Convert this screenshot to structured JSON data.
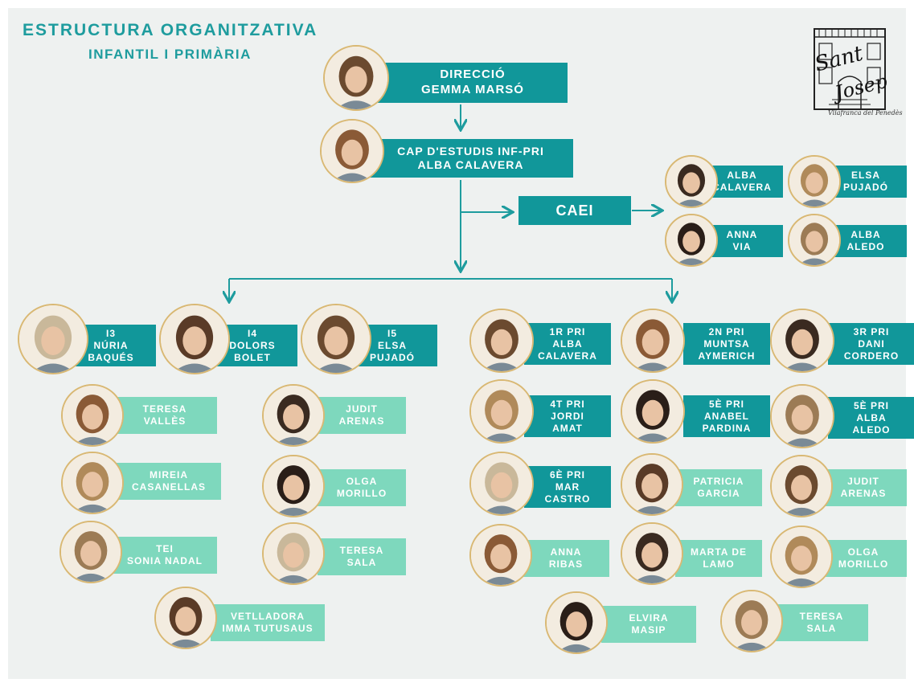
{
  "title": "ESTRUCTURA ORGANITZATIVA",
  "subtitle": "INFANTIL I PRIMÀRIA",
  "logo": {
    "name": "Sant Josep",
    "place": "Vilafranca del Penedès"
  },
  "direccio": {
    "role": "DIRECCIÓ",
    "name": "GEMMA MARSÓ"
  },
  "cap_estudis": {
    "role": "CAP D'ESTUDIS INF-PRI",
    "name": "ALBA CALAVERA"
  },
  "caei": {
    "label": "CAEI",
    "members": [
      {
        "line1": "ALBA",
        "line2": "CALAVERA"
      },
      {
        "line1": "ELSA",
        "line2": "PUJADÓ"
      },
      {
        "line1": "ANNA",
        "line2": "VIA"
      },
      {
        "line1": "ALBA",
        "line2": "ALEDO"
      }
    ]
  },
  "infantil": {
    "tutors": [
      {
        "group": "I3",
        "line1": "NÚRIA",
        "line2": "BAQUÉS"
      },
      {
        "group": "I4",
        "line1": "DOLORS",
        "line2": "BOLET"
      },
      {
        "group": "I5",
        "line1": "ELSA",
        "line2": "PUJADÓ"
      }
    ],
    "support": [
      {
        "line1": "TERESA",
        "line2": "VALLÈS"
      },
      {
        "line1": "JUDIT",
        "line2": "ARENAS"
      },
      {
        "line1": "MIREIA",
        "line2": "CASANELLAS"
      },
      {
        "line1": "OLGA",
        "line2": "MORILLO"
      },
      {
        "line1": "TEI",
        "line2": "SONIA NADAL"
      },
      {
        "line1": "TERESA",
        "line2": "SALA"
      },
      {
        "line1": "VETLLADORA",
        "line2": "IMMA TUTUSAUS"
      }
    ]
  },
  "primaria": {
    "tutors": [
      {
        "group": "1R PRI",
        "line1": "ALBA",
        "line2": "CALAVERA"
      },
      {
        "group": "2N PRI",
        "line1": "MUNTSA",
        "line2": "AYMERICH"
      },
      {
        "group": "3R PRI",
        "line1": "DANI",
        "line2": "CORDERO"
      },
      {
        "group": "4T PRI",
        "line1": "JORDI",
        "line2": "AMAT"
      },
      {
        "group": "5È PRI",
        "line1": "ANABEL",
        "line2": "PARDINA"
      },
      {
        "group": "5È PRI",
        "line1": "ALBA",
        "line2": "ALEDO"
      },
      {
        "group": "6È PRI",
        "line1": "MAR",
        "line2": "CASTRO"
      }
    ],
    "support": [
      {
        "line1": "PATRICIA",
        "line2": "GARCIA"
      },
      {
        "line1": "JUDIT",
        "line2": "ARENAS"
      },
      {
        "line1": "ANNA",
        "line2": "RIBAS"
      },
      {
        "line1": "MARTA DE",
        "line2": "LAMO"
      },
      {
        "line1": "OLGA",
        "line2": "MORILLO"
      },
      {
        "line1": "ELVIRA",
        "line2": "MASIP"
      },
      {
        "line1": "TERESA",
        "line2": "SALA"
      }
    ]
  },
  "colors": {
    "dark_box": "#11979a",
    "light_box": "#7ed8bd",
    "line": "#1e9c9e",
    "title": "#1e9c9e",
    "ring": "#d9b873"
  }
}
